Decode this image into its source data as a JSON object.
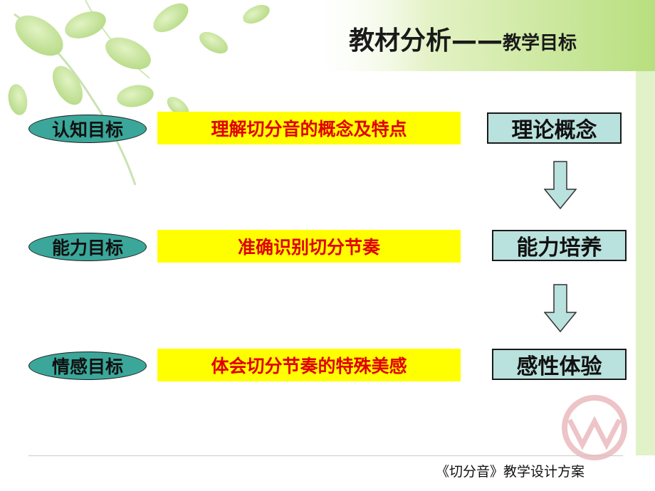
{
  "header": {
    "title": "教材分析",
    "dash": "——",
    "subtitle": "教学目标"
  },
  "rows": [
    {
      "label": "认知目标",
      "content": "理解切分音的概念及特点",
      "outcome": "理论概念"
    },
    {
      "label": "能力目标",
      "content": "准确识别切分节奏",
      "outcome": "能力培养"
    },
    {
      "label": "情感目标",
      "content": "体会切分节奏的特殊美感",
      "outcome": "感性体验"
    }
  ],
  "footer": {
    "text": "《切分音》教学设计方案"
  },
  "colors": {
    "oval_fill": "#3aa79a",
    "content_fill": "#ffff00",
    "content_text": "#e00000",
    "outcome_fill": "#b9e1dd",
    "arrow_fill": "#b9e1dd",
    "header_band": "#c9e79a"
  },
  "icons": [
    "leaf-decoration",
    "down-arrow-icon",
    "watermark-logo"
  ]
}
